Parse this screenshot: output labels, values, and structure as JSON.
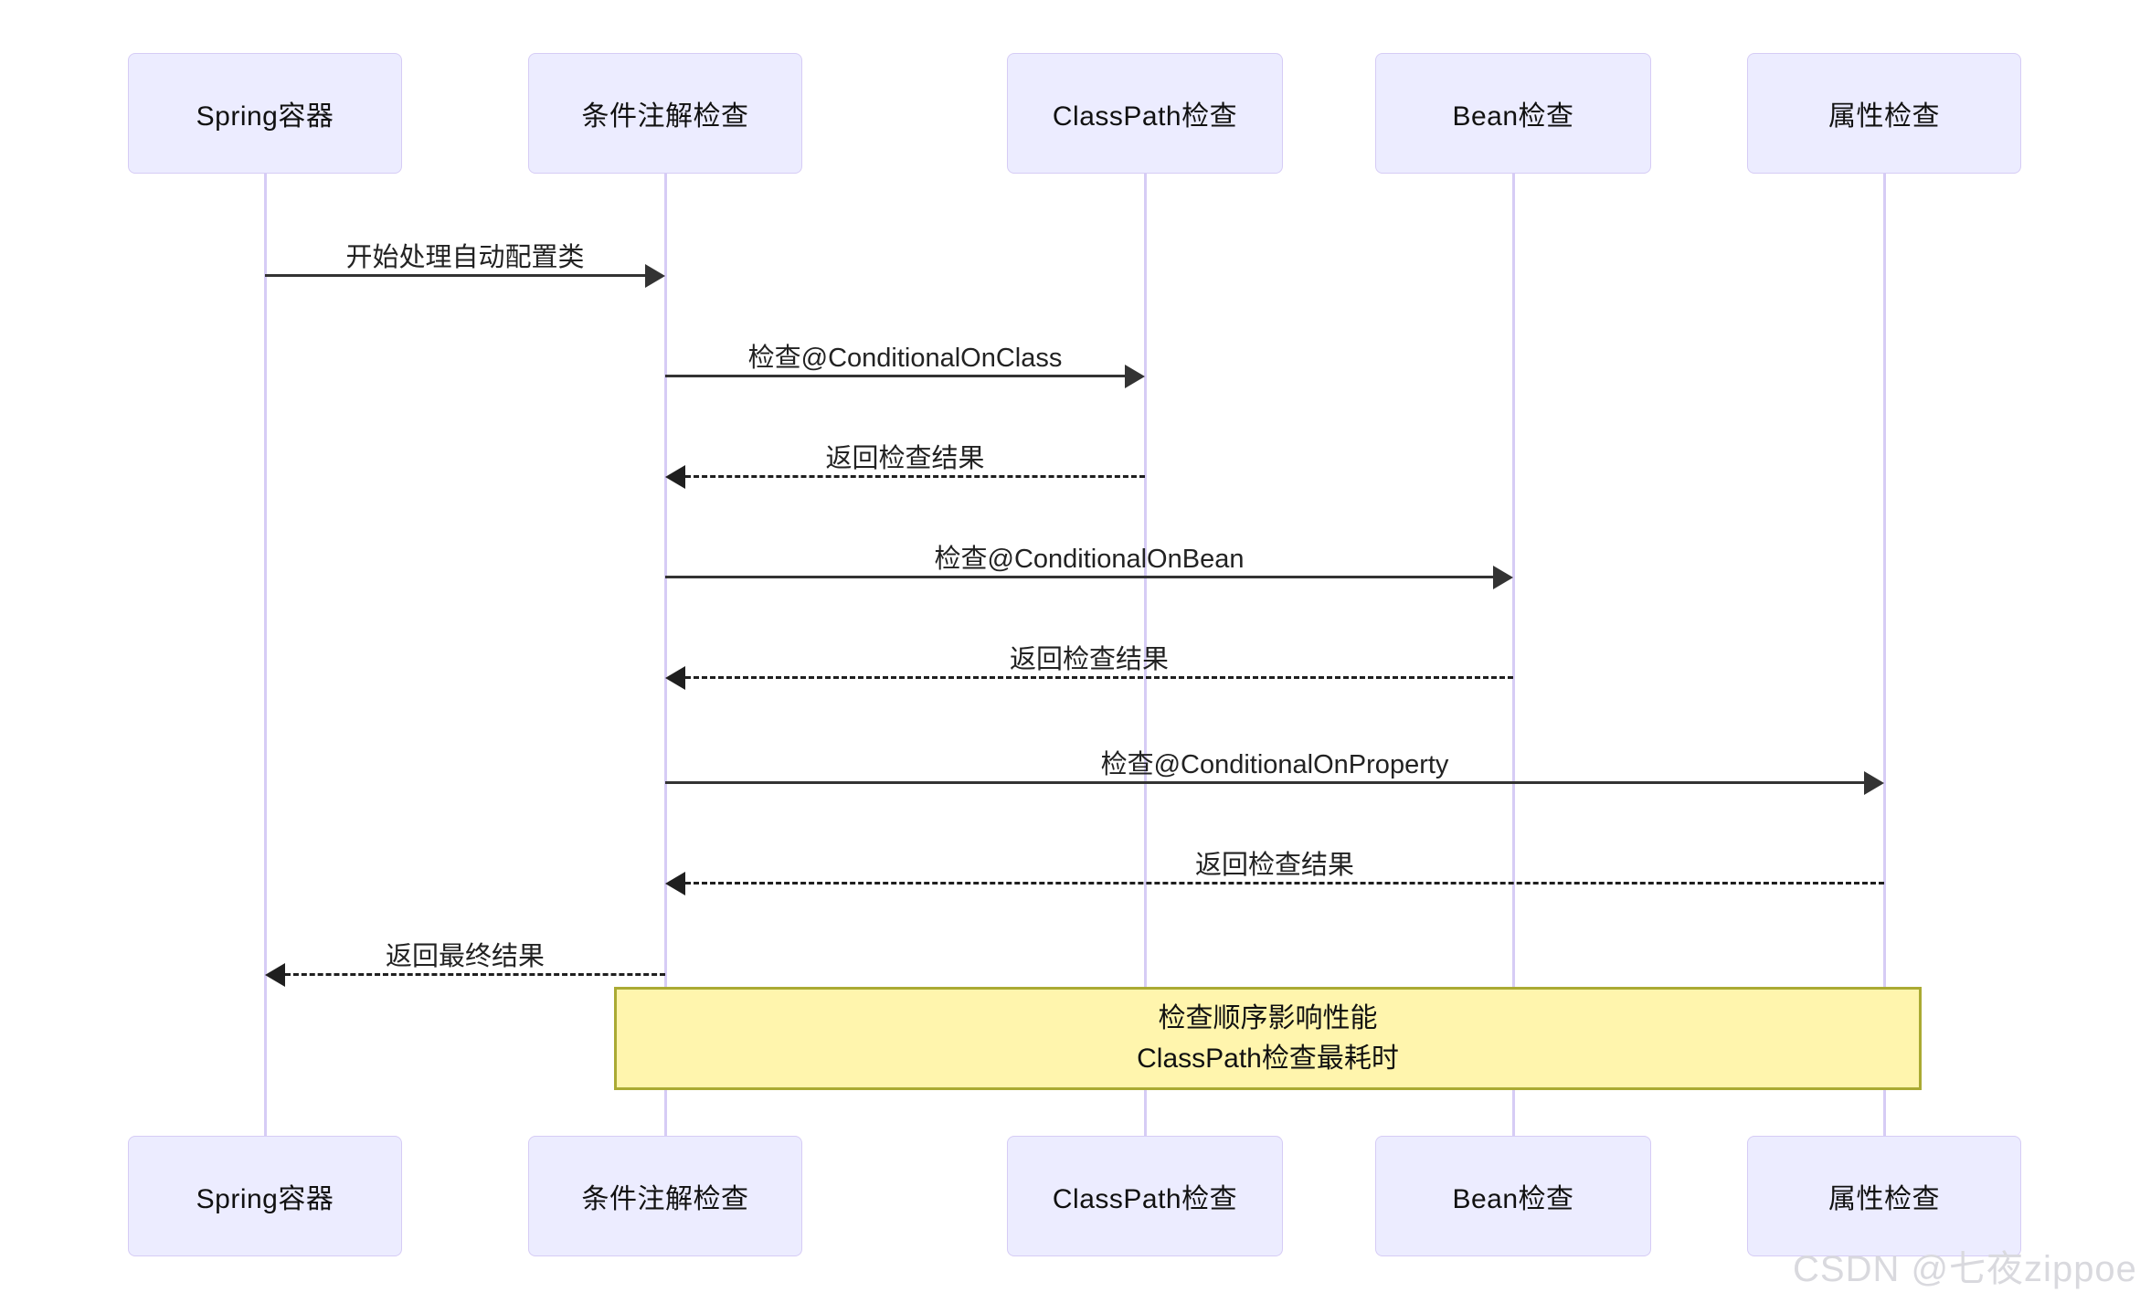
{
  "diagram": {
    "type": "sequence-diagram",
    "background": "#ffffff",
    "actor_fill": "#ECECFF",
    "actor_border": "#D6CCF5",
    "lifeline_color": "#D6CCF5",
    "arrow_color": "#333333",
    "note_fill": "#FFF5AD",
    "note_border": "#AAAA33"
  },
  "participants": [
    {
      "id": "spring",
      "label": "Spring容器"
    },
    {
      "id": "condition",
      "label": "条件注解检查"
    },
    {
      "id": "classpath",
      "label": "ClassPath检查"
    },
    {
      "id": "bean",
      "label": "Bean检查"
    },
    {
      "id": "property",
      "label": "属性检查"
    }
  ],
  "messages": [
    {
      "label": "开始处理自动配置类",
      "from": "spring",
      "to": "condition",
      "style": "solid"
    },
    {
      "label": "检查@ConditionalOnClass",
      "from": "condition",
      "to": "classpath",
      "style": "solid"
    },
    {
      "label": "返回检查结果",
      "from": "classpath",
      "to": "condition",
      "style": "dashed"
    },
    {
      "label": "检查@ConditionalOnBean",
      "from": "condition",
      "to": "bean",
      "style": "solid"
    },
    {
      "label": "返回检查结果",
      "from": "bean",
      "to": "condition",
      "style": "dashed"
    },
    {
      "label": "检查@ConditionalOnProperty",
      "from": "condition",
      "to": "property",
      "style": "solid"
    },
    {
      "label": "返回检查结果",
      "from": "property",
      "to": "condition",
      "style": "dashed"
    },
    {
      "label": "返回最终结果",
      "from": "condition",
      "to": "spring",
      "style": "dashed"
    }
  ],
  "note": {
    "lines": [
      "检查顺序影响性能",
      "ClassPath检查最耗时"
    ]
  },
  "watermark": {
    "text": "CSDN @七夜zippoe"
  }
}
